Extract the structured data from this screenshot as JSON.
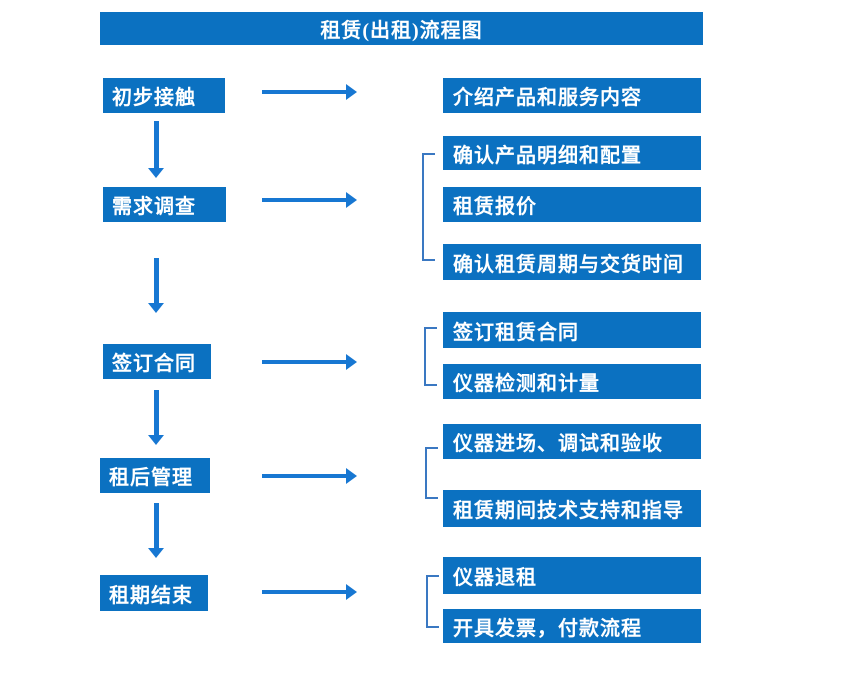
{
  "title": "租赁(出租)流程图",
  "colors": {
    "box_blue": "#0B71C1",
    "arrow_blue": "#1777D2",
    "bracket_blue": "#3A78C2",
    "text_white": "#FFFFFF"
  },
  "stages": [
    {
      "label": "初步接触",
      "outputs": [
        "介绍产品和服务内容"
      ]
    },
    {
      "label": "需求调查",
      "outputs": [
        "确认产品明细和配置",
        "租赁报价",
        "确认租赁周期与交货时间"
      ]
    },
    {
      "label": "签订合同",
      "outputs": [
        "签订租赁合同",
        "仪器检测和计量"
      ]
    },
    {
      "label": "租后管理",
      "outputs": [
        "仪器进场、调试和验收",
        "租赁期间技术支持和指导"
      ]
    },
    {
      "label": "租期结束",
      "outputs": [
        "仪器退租",
        "开具发票，付款流程"
      ]
    }
  ]
}
